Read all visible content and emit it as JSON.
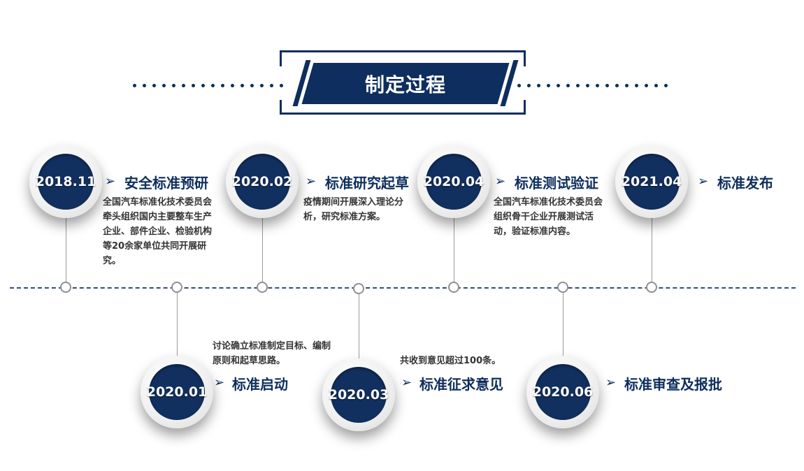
{
  "title": "制定过程",
  "colors": {
    "navy": "#0d2e5e",
    "circle_inner": "#12305f",
    "line": "#2f4f7f"
  },
  "arrow_glyph": "➢",
  "milestones": [
    {
      "date": "2018.11",
      "title": "安全标准预研",
      "desc": "全国汽车标准化技术委员会牵头组织国内主要整车生产企业、部件企业、检验机构等20余家单位共同开展研究。"
    },
    {
      "date": "2020.01",
      "title": "标准启动",
      "desc": "讨论确立标准制定目标、编制原则和起草思路。"
    },
    {
      "date": "2020.02",
      "title": "标准研究起草",
      "desc": "疫情期间开展深入理论分析，研究标准方案。"
    },
    {
      "date": "2020.03",
      "title": "标准征求意见",
      "desc": "共收到意见超过100条。"
    },
    {
      "date": "2020.04",
      "title": "标准测试验证",
      "desc": "全国汽车标准化技术委员会组织骨干企业开展测试活动，验证标准内容。"
    },
    {
      "date": "2020.06",
      "title": "标准审查及报批",
      "desc": ""
    },
    {
      "date": "2021.04",
      "title": "标准发布",
      "desc": ""
    }
  ]
}
